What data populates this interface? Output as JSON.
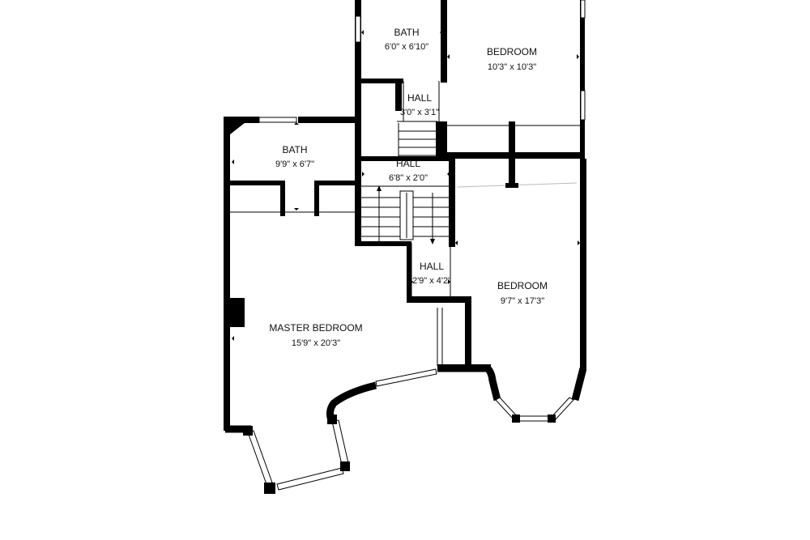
{
  "rooms": [
    {
      "id": "bath-top",
      "name": "BATH",
      "dims": "6'0\" x 6'10\""
    },
    {
      "id": "bedroom-top",
      "name": "BEDROOM",
      "dims": "10'3\" x 10'3\""
    },
    {
      "id": "hall-upper",
      "name": "HALL",
      "dims": "3'0\" x 3'1\""
    },
    {
      "id": "bath-left",
      "name": "BATH",
      "dims": "9'9\" x 6'7\""
    },
    {
      "id": "hall-middle",
      "name": "HALL",
      "dims": "6'8\" x 2'0\""
    },
    {
      "id": "hall-lower",
      "name": "HALL",
      "dims": "2'9\" x 4'2\""
    },
    {
      "id": "bedroom-right",
      "name": "BEDROOM",
      "dims": "9'7\" x 17'3\""
    },
    {
      "id": "master-bedroom",
      "name": "MASTER BEDROOM",
      "dims": "15'9\" x 20'3\""
    }
  ],
  "colors": {
    "wall": "#000000",
    "background": "#ffffff",
    "text": "#111111"
  }
}
